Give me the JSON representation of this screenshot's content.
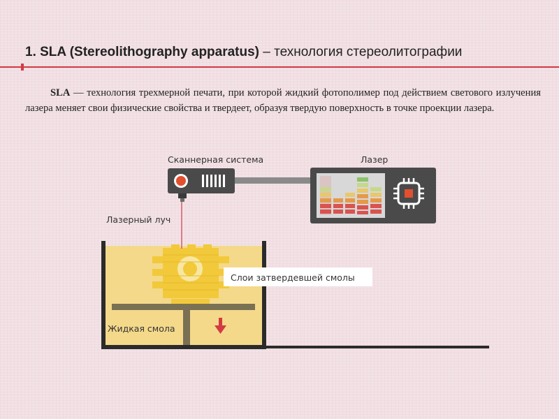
{
  "slide": {
    "title_bold": "1. SLA (Stereolithography apparatus)",
    "title_rest": " – технология стереолитографии"
  },
  "paragraph": {
    "term": "SLA",
    "text": " — технология трехмерной печати, при которой жидкий фотополимер под действием светового излучения лазера меняет свои физические свойства и твердеет, образуя твердую поверхность в точке проекции лазера."
  },
  "diagram": {
    "scanner_label": "Сканнерная система",
    "laser_label": "Лазер",
    "beam_label": "Лазерный луч",
    "layers_label": "Слои затвердевшей смолы",
    "resin_label": "Жидкая смола",
    "colors": {
      "accent": "#d33a44",
      "device": "#4a4a4a",
      "resin": "#f4d98a",
      "print": "#f2c93a",
      "tank": "#2b2b2b"
    },
    "icons": [
      "scanner-lens-icon",
      "chip-icon",
      "down-arrow-icon"
    ]
  }
}
